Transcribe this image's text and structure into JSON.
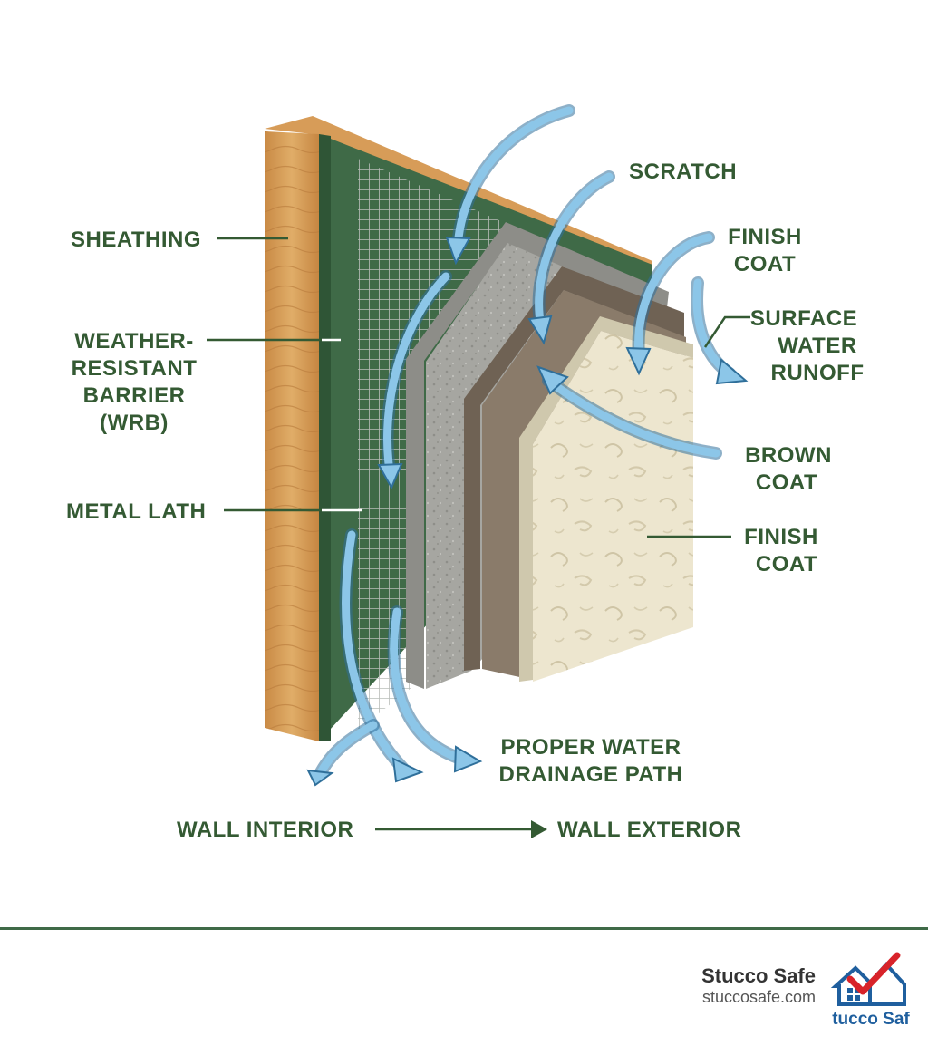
{
  "labels": {
    "sheathing": "SHEATHING",
    "wrb_1": "WEATHER-",
    "wrb_2": "RESISTANT",
    "wrb_3": "BARRIER",
    "wrb_4": "(WRB)",
    "metal_lath": "METAL LATH",
    "scratch": "SCRATCH",
    "finish_top_1": "FINISH",
    "finish_top_2": "COAT",
    "runoff_1": "SURFACE",
    "runoff_2": "WATER",
    "runoff_3": "RUNOFF",
    "brown_1": "BROWN",
    "brown_2": "COAT",
    "finish_1": "FINISH",
    "finish_2": "COAT",
    "drain_1": "PROPER WATER",
    "drain_2": "DRAINAGE PATH",
    "wall_interior": "WALL INTERIOR",
    "wall_exterior": "WALL EXTERIOR"
  },
  "brand": {
    "name": "Stucco Safe",
    "url": "stuccosafe.com",
    "logo_text": "tucco Saf"
  },
  "colors": {
    "label_green": "#345a33",
    "wood": "#d9a05a",
    "wrb": "#3f6a47",
    "scratch_coat": "#a8a8a3",
    "brown_coat": "#8a7b6a",
    "finish_coat": "#ece6cf",
    "water": "#8cc6e8",
    "logo_red": "#d8232a",
    "logo_blue": "#1f5f9e"
  }
}
